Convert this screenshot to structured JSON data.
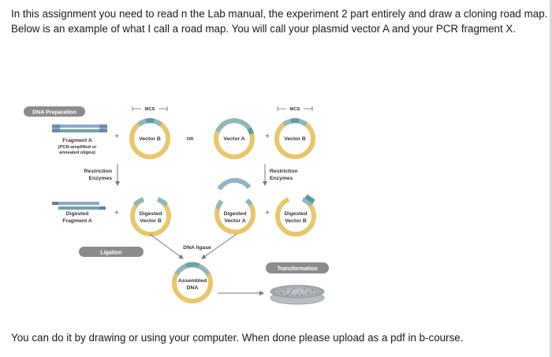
{
  "intro": {
    "line1": "In this assignment you need to read n the Lab manual, the experiment 2 part entirely and draw a cloning road map.",
    "line2": "Below is an example of what I call a road map. You will call your plasmid vector A and your PCR fragment X."
  },
  "diagram": {
    "dna_preparation": "DNA Preparation",
    "mcs_left": "MCS",
    "mcs_right": "MCS",
    "fragment_a": "Fragment A",
    "fragment_a_note1": "(PCR-amplified or",
    "fragment_a_note2": "annealed oligos)",
    "plus": "+",
    "or": "OR",
    "vector_b": "Vector B",
    "vector_a": "Vector A",
    "restriction": "Restriction",
    "enzymes": "Enzymes",
    "digested": "Digested",
    "fragment_a_short": "Fragment A",
    "vector_b_short": "Vector B",
    "vector_a_short": "Vector A",
    "ligation": "Ligation",
    "dna_ligase": "DNA ligase",
    "assembled": "Assembled",
    "dna": "DNA",
    "transformation": "Transformation"
  },
  "colors": {
    "plasmid_ring": "#e8c66a",
    "teal_ring": "#8fb8be",
    "teal_insert": "#5f9aa3",
    "fragment_blue": "#8aa8cc",
    "fragment_teal": "#6fa3a8",
    "pill": "#8c8c8c"
  },
  "footer": "You can do it by drawing or using your computer. When done please upload as a pdf in b-course."
}
